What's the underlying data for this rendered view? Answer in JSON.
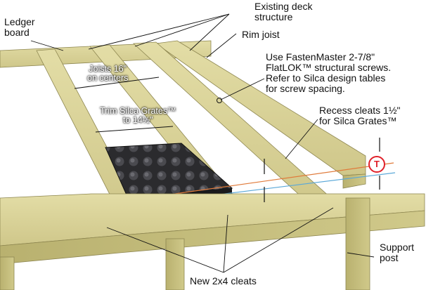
{
  "labels": {
    "ledger_board": "Ledger\nboard",
    "existing_deck": "Existing deck\nstructure",
    "rim_joist": "Rim joist",
    "screws_note": "Use FastenMaster 2-7/8\"\nFlatLOK™ structural screws.\nRefer to Silca design tables\nfor screw spacing.",
    "recess_note": "Recess cleats 1½\"\nfor Silca Grates™",
    "support_post": "Support\npost",
    "new_cleats": "New 2x4 cleats"
  },
  "dimensions": {
    "joists": "Joists 16\"\non centers",
    "trim": "Trim Silca Grates™\nto 14½\""
  },
  "badge": {
    "symbol": "T"
  },
  "colors": {
    "lumber": "#d9d39a",
    "lumber_shade": "#b8b070",
    "grate": "#2a2a2c",
    "deck_line_orange": "#e07a3a",
    "deck_line_blue": "#5aa8d8",
    "badge_red": "#e0202a"
  }
}
